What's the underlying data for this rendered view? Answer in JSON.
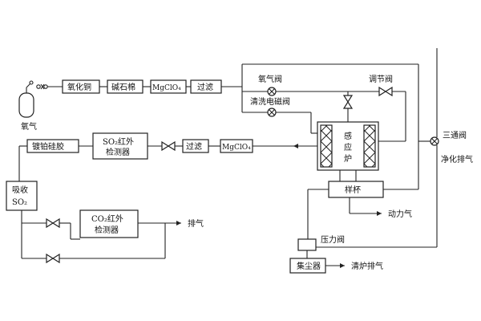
{
  "oxygen_source": "氧气",
  "boxes": {
    "cuo": "氧化铜",
    "asbestos": "碱石棉",
    "mgclo_top": "MgClO₄",
    "filter_top": "过滤",
    "silica": "镀铂硅胶",
    "so2_detector_1": "SO₂红外",
    "so2_detector_2": "检测器",
    "filter_mid": "过滤",
    "mgclo_mid": "MgClO₄",
    "absorb_1": "吸收",
    "absorb_2": "SO₂",
    "co2_detector_1": "CO₂红外",
    "co2_detector_2": "检测器",
    "furnace_1": "感",
    "furnace_2": "应",
    "furnace_3": "炉",
    "crucible": "样杯",
    "dust": "集尘器",
    "pressure_valve_label": "压力阀"
  },
  "labels": {
    "oxygen_valve": "氧气阀",
    "regulator_valve": "调节阀",
    "purge_valve": "清洗电磁阀",
    "three_way": "三通阀",
    "clean_exhaust": "净化排气",
    "exhaust": "排气",
    "power_gas": "动力气",
    "furnace_exhaust": "清炉排气"
  }
}
